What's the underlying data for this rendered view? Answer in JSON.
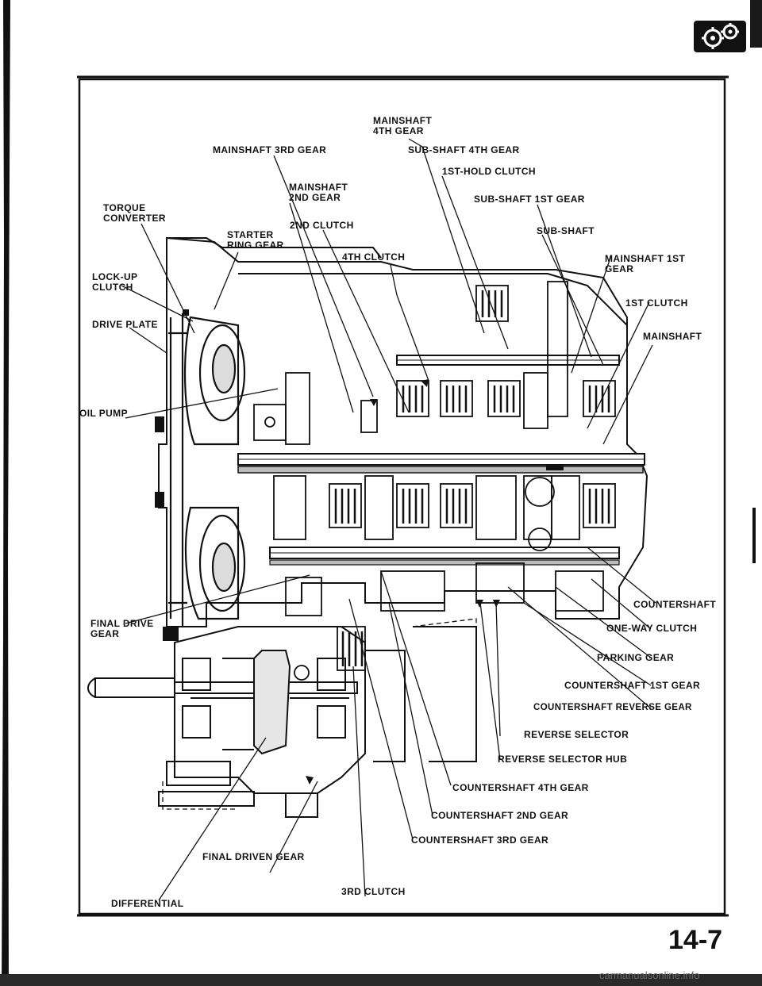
{
  "page": {
    "number": "14-7",
    "watermark": "carmanualsonline.info"
  },
  "colors": {
    "ink": "#111111",
    "paper": "#ffffff",
    "grey_band": "#7a7a7a",
    "watermark": "#6a6a6a"
  },
  "logo": {
    "icon": "gear-icon"
  },
  "labels": {
    "mainshaft_4th_gear_l1": "MAINSHAFT",
    "mainshaft_4th_gear_l2": "4TH GEAR",
    "mainshaft_3rd_gear": "MAINSHAFT 3RD GEAR",
    "subshaft_4th_gear": "SUB-SHAFT 4TH GEAR",
    "first_hold_clutch": "1ST-HOLD CLUTCH",
    "mainshaft_2nd_gear_l1": "MAINSHAFT",
    "mainshaft_2nd_gear_l2": "2ND GEAR",
    "subshaft_1st_gear": "SUB-SHAFT 1ST GEAR",
    "torque_converter_l1": "TORQUE",
    "torque_converter_l2": "CONVERTER",
    "second_clutch": "2ND CLUTCH",
    "starter_ring_gear_l1": "STARTER",
    "starter_ring_gear_l2": "RING GEAR",
    "subshaft": "SUB-SHAFT",
    "fourth_clutch": "4TH CLUTCH",
    "mainshaft_1st_gear_l1": "MAINSHAFT 1ST",
    "mainshaft_1st_gear_l2": "GEAR",
    "lockup_clutch_l1": "LOCK-UP",
    "lockup_clutch_l2": "CLUTCH",
    "first_clutch": "1ST CLUTCH",
    "drive_plate": "DRIVE PLATE",
    "mainshaft": "MAINSHAFT",
    "oil_pump": "OIL PUMP",
    "countershaft": "COUNTERSHAFT",
    "final_drive_gear_l1": "FINAL DRIVE",
    "final_drive_gear_l2": "GEAR",
    "one_way_clutch": "ONE-WAY CLUTCH",
    "parking_gear": "PARKING GEAR",
    "countershaft_1st_gear": "COUNTERSHAFT 1ST GEAR",
    "countershaft_reverse_gear": "COUNTERSHAFT REVERSE GEAR",
    "reverse_selector": "REVERSE SELECTOR",
    "reverse_selector_hub": "REVERSE SELECTOR HUB",
    "countershaft_4th_gear": "COUNTERSHAFT 4TH GEAR",
    "countershaft_2nd_gear": "COUNTERSHAFT 2ND GEAR",
    "countershaft_3rd_gear": "COUNTERSHAFT 3RD GEAR",
    "final_driven_gear": "FINAL DRIVEN GEAR",
    "third_clutch": "3RD CLUTCH",
    "differential": "DIFFERENTIAL"
  }
}
